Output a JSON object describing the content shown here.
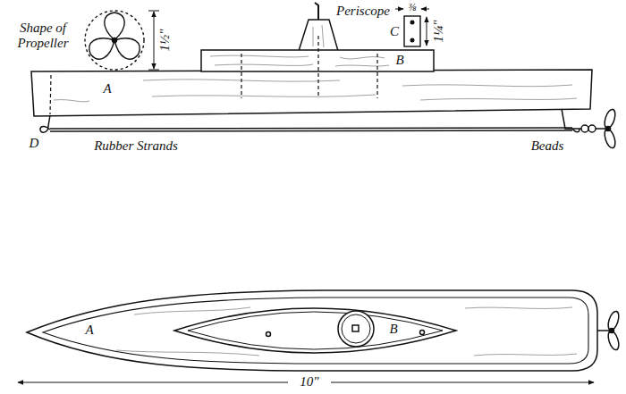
{
  "diagram": {
    "labels": [
      "Shape of Propeller",
      "1½\"",
      "Periscope",
      "⅜",
      "C",
      "1¼\"",
      "B",
      "A",
      "Rubber Strands",
      "D",
      "Beads",
      "A",
      "B",
      "10\""
    ]
  }
}
